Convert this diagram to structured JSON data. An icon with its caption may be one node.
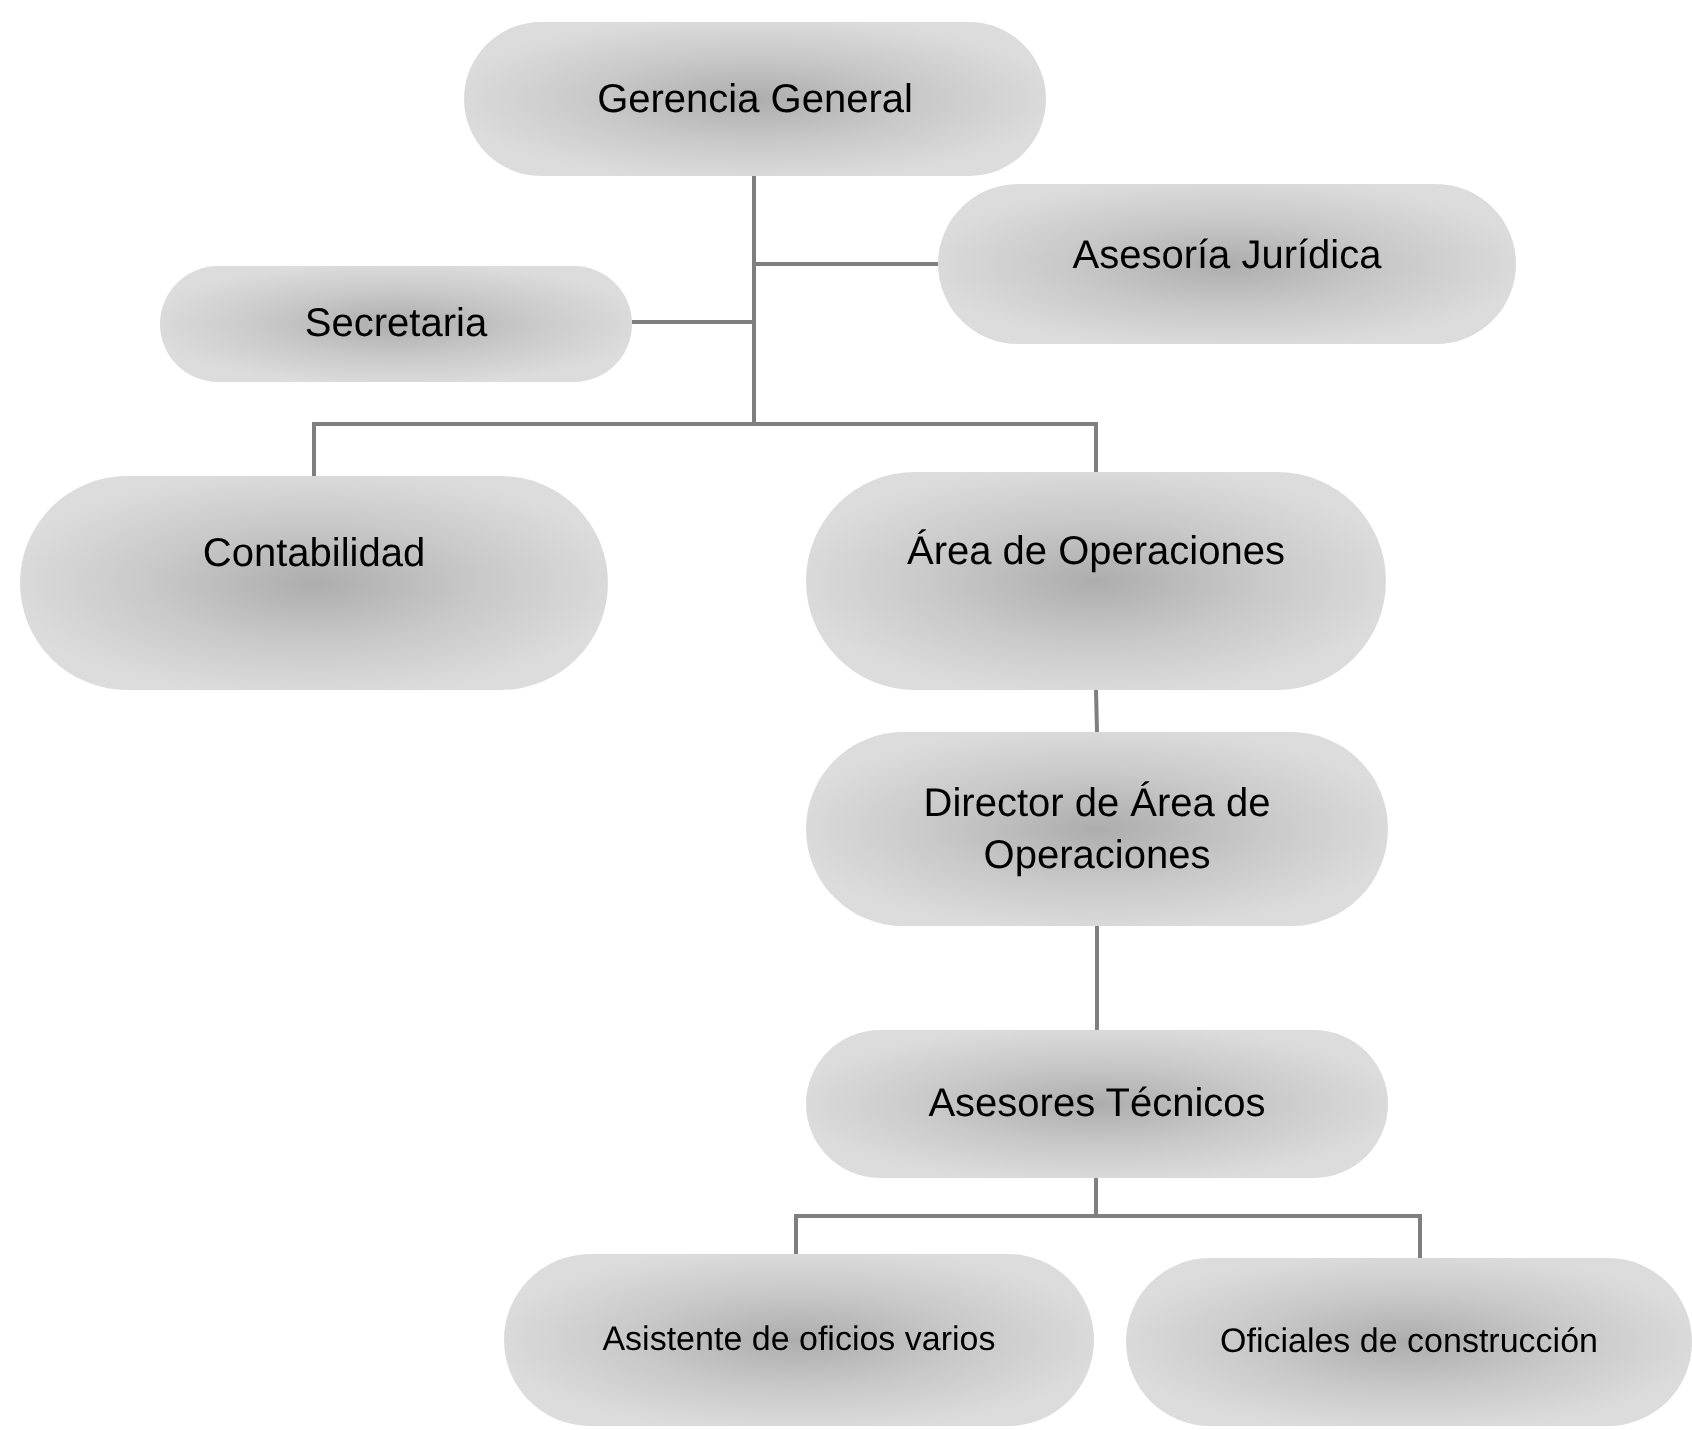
{
  "diagram": {
    "nodes": [
      {
        "text": [
          "Gerencia General"
        ]
      },
      {
        "text": [
          "Asesoría Jurídica"
        ]
      },
      {
        "text": [
          "Secretaria"
        ]
      },
      {
        "text": [
          "Contabilidad"
        ]
      },
      {
        "text": [
          "Área de Operaciones"
        ]
      },
      {
        "text": [
          "Director de Área de Operaciones"
        ]
      },
      {
        "text": [
          "Asesores Técnicos"
        ]
      },
      {
        "text": [
          "Asistente de oficios varios"
        ]
      },
      {
        "text": [
          "Oficiales de construcción"
        ]
      }
    ],
    "edges": [
      {
        "from": 0,
        "to": 1,
        "arrow": "none"
      },
      {
        "from": 0,
        "to": 2,
        "arrow": "none"
      },
      {
        "from": 0,
        "to": 3,
        "arrow": "none"
      },
      {
        "from": 0,
        "to": 4,
        "arrow": "none"
      },
      {
        "from": 4,
        "to": 5,
        "arrow": "none"
      },
      {
        "from": 5,
        "to": 6,
        "arrow": "none"
      },
      {
        "from": 6,
        "to": 7,
        "arrow": "none"
      },
      {
        "from": 6,
        "to": 8,
        "arrow": "none"
      }
    ]
  }
}
